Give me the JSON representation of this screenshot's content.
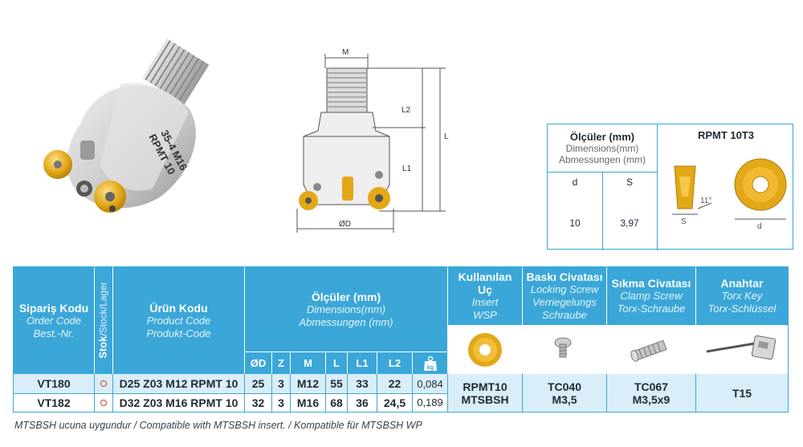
{
  "drawing": {
    "label_m": "M",
    "label_l2": "L2",
    "label_l": "L",
    "label_l1": "L1",
    "label_od": "ØD"
  },
  "dims_box": {
    "h1": "Ölçüler (mm)",
    "h2": "Dimensions(mm)",
    "h3": "Abmessungen (mm)",
    "insert_name": "RPMT 10T3",
    "col_d": "d",
    "col_s": "S",
    "val_d": "10",
    "val_s": "3,97",
    "fig_s": "S",
    "fig_angle": "11°",
    "fig_d": "d"
  },
  "table": {
    "order_code": {
      "tr": "Sipariş Kodu",
      "en": "Order Code",
      "de": "Best.-Nr."
    },
    "stock": {
      "tr": "Stok",
      "en": "/Stock/Lager"
    },
    "product_code": {
      "tr": "Ürün Kodu",
      "en": "Product Code",
      "de": "Produkt-Code"
    },
    "dimensions": {
      "tr": "Ölçüler (mm)",
      "en": "Dimensions(mm)",
      "de": "Abmessungen (mm)"
    },
    "dim_cols": [
      "ØD",
      "Z",
      "M",
      "L",
      "L1",
      "L2"
    ],
    "weight_icon_label": "kg",
    "insert": {
      "tr1": "Kullanılan",
      "tr2": "Uç",
      "en": "Insert",
      "de": "WSP"
    },
    "locking_screw": {
      "tr": "Baskı Civatası",
      "en": "Locking Screw",
      "de1": "Verriegelungs",
      "de2": "Schraube"
    },
    "clamp_screw": {
      "tr": "Sıkma Civatası",
      "en": "Clamp Screw",
      "de": "Torx-Schraube"
    },
    "key": {
      "tr": "Anahtar",
      "en": "Torx Key",
      "de": "Torx-Schlüssel"
    },
    "rows": [
      {
        "order": "VT180",
        "product": "D25 Z03 M12 RPMT 10",
        "d": "25",
        "z": "3",
        "m": "M12",
        "l": "55",
        "l1": "33",
        "l2": "22",
        "kg": "0,084"
      },
      {
        "order": "VT182",
        "product": "D32 Z03 M16 RPMT 10",
        "d": "32",
        "z": "3",
        "m": "M16",
        "l": "68",
        "l1": "36",
        "l2": "24,5",
        "kg": "0,189"
      }
    ],
    "insert_val1": "RPMT10",
    "insert_val2": "MTSBSH",
    "locking_val1": "TC040",
    "locking_val2": "M3,5",
    "clamp_val1": "TC067",
    "clamp_val2": "M3,5x9",
    "key_val": "T15"
  },
  "footnote": "MTSBSH ucuna uygundur / Compatible with MTSBSH insert. / Kompatible für MTSBSH WP",
  "colors": {
    "header_blue": "#3aa7d8",
    "row_tint": "#d9eef8",
    "insert_gold": "#e2a817"
  }
}
